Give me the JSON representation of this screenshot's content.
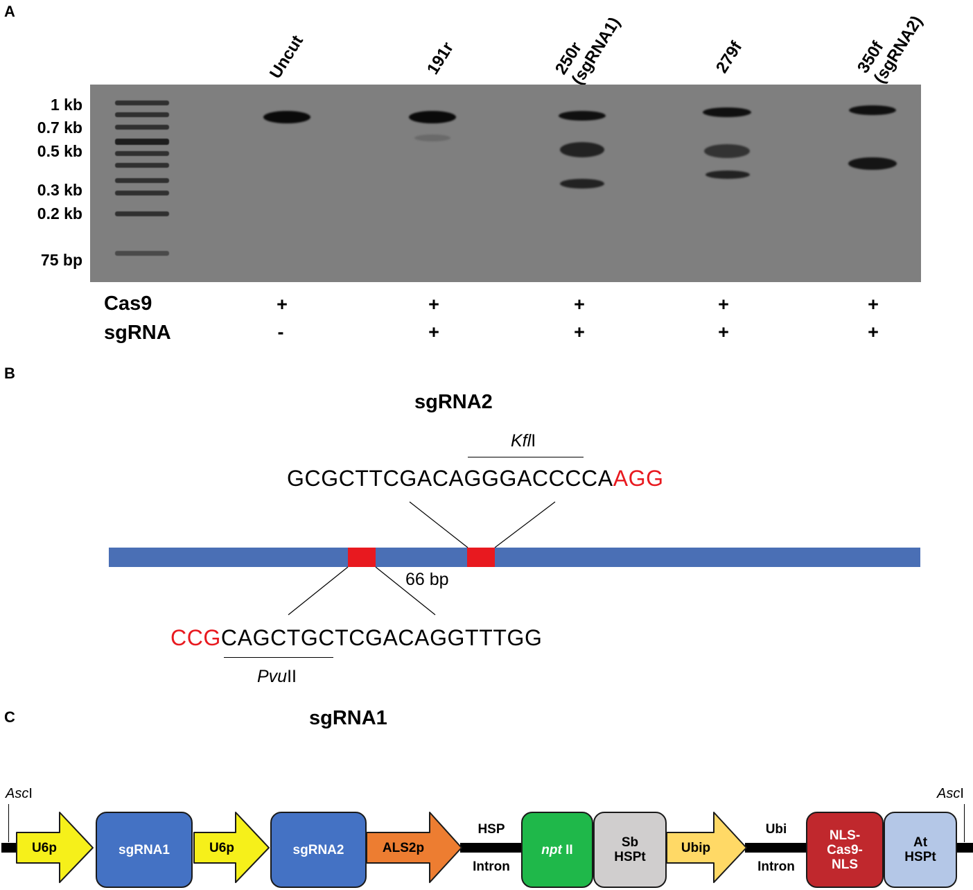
{
  "panelA": {
    "letter": "A",
    "lanes": [
      "Uncut",
      "191r",
      "250r\n(sgRNA1)",
      "279f",
      "350f\n(sgRNA2)"
    ],
    "ladder_sizes": [
      "1 kb",
      "0.7 kb",
      "0.5 kb",
      "0.3 kb",
      "0.2 kb",
      "75 bp"
    ],
    "rows": [
      {
        "label": "Cas9",
        "signs": [
          "+",
          "+",
          "+",
          "+",
          "+"
        ]
      },
      {
        "label": "sgRNA",
        "signs": [
          "-",
          "+",
          "+",
          "+",
          "+"
        ]
      }
    ]
  },
  "panelB": {
    "letter": "B",
    "title": "sgRNA2",
    "top_seq_main": "GCGCTTCGACAGGGACCCCA",
    "top_seq_pam": "AGG",
    "top_enzyme_italic": "Kfl",
    "top_enzyme_roman": "I",
    "distance_label": "66 bp",
    "bottom_seq_pam": "CCG",
    "bottom_seq_main": "CAGCTGCTCGACAGGTTTGG",
    "bottom_enzyme_italic": "Pvu",
    "bottom_enzyme_roman": "II",
    "colors": {
      "bar": "#4a6fb5",
      "site": "#e8191f",
      "pam": "#e8191f"
    }
  },
  "panelC": {
    "letter": "C",
    "title": "sgRNA1",
    "left_site_italic": "Asc",
    "left_site_roman": "I",
    "right_site_italic": "Asc",
    "right_site_roman": "I",
    "elements": {
      "u6p_1": "U6p",
      "sgrna1": "sgRNA1",
      "u6p_2": "U6p",
      "sgrna2": "sgRNA2",
      "als2p": "ALS2p",
      "hsp_top": "HSP",
      "hsp_bottom": "Intron",
      "npt_italic": "npt",
      "npt_roman": " II",
      "sb_line1": "Sb",
      "sb_line2": "HSPt",
      "ubip": "Ubip",
      "ubi_top": "Ubi",
      "ubi_bottom": "Intron",
      "nls_line1": "NLS-",
      "nls_line2": "Cas9-",
      "nls_line3": "NLS",
      "at_line1": "At",
      "at_line2": "HSPt"
    },
    "colors": {
      "yellow": "#f6f01a",
      "blue": "#4472c4",
      "orange": "#ed7d31",
      "green": "#1fb84a",
      "gray": "#d0cece",
      "light_yellow": "#ffd966",
      "red": "#c0282d",
      "light_blue": "#b4c7e7"
    }
  }
}
